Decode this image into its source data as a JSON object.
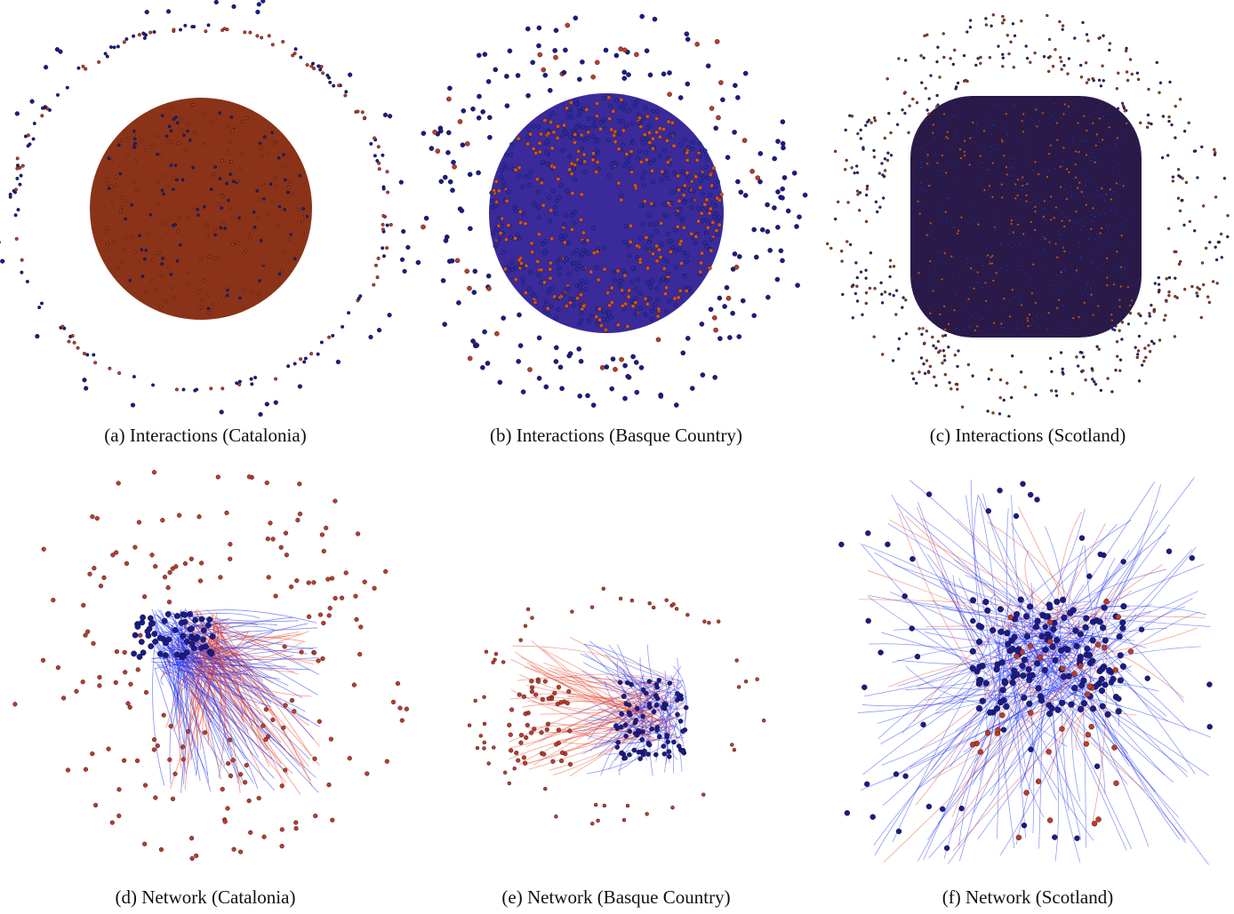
{
  "colors": {
    "blue_node": "#1a1a8c",
    "red_node": "#c0392b",
    "dark_red_fill": "#7a2a15",
    "blue_edge": "#2233ee",
    "red_edge": "#e8402a",
    "background": "#ffffff"
  },
  "panels": [
    {
      "id": "a",
      "caption": "(a) Interactions (Catalonia)"
    },
    {
      "id": "b",
      "caption": "(b) Interactions (Basque Country)"
    },
    {
      "id": "c",
      "caption": "(c) Interactions (Scotland)"
    },
    {
      "id": "d",
      "caption": "(d) Network (Catalonia)"
    },
    {
      "id": "e",
      "caption": "(e) Network (Basque Country)"
    },
    {
      "id": "f",
      "caption": "(f) Network (Scotland)"
    }
  ]
}
